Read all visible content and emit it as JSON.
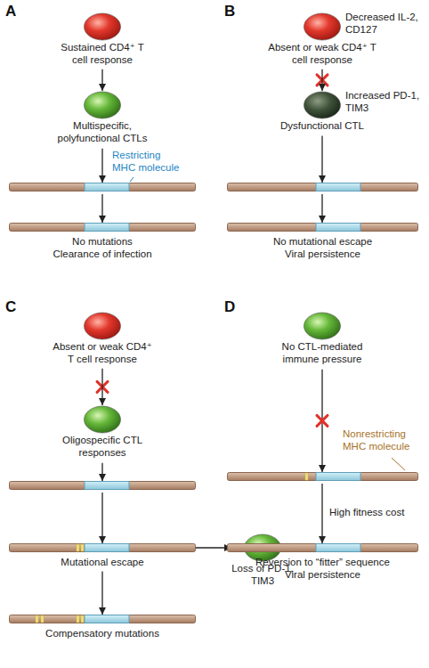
{
  "diagram": {
    "nodes": [
      {
        "text": [
          "Sustained CD4⁺ T cell response"
        ]
      },
      {
        "text": [
          "Multispecific, polyfunctional CTLs"
        ]
      },
      {
        "text": [
          "No mutations",
          "Clearance of infection"
        ]
      },
      {
        "text": [
          "Decreased IL-2, CD127",
          "Absent or weak CD4⁺ T cell response"
        ]
      },
      {
        "text": [
          "Increased PD-1, TIM3",
          "Dysfunctional CTL"
        ]
      },
      {
        "text": [
          "No mutational escape",
          "Viral persistence"
        ]
      },
      {
        "text": [
          "Absent or weak CD4⁺ T cell response"
        ]
      },
      {
        "text": [
          "Oligospecific CTL responses"
        ]
      },
      {
        "text": [
          "Mutational escape"
        ]
      },
      {
        "text": [
          "Loss of PD-1, TIM3"
        ]
      },
      {
        "text": [
          "Compensatory mutations"
        ]
      },
      {
        "text": [
          "No CTL-mediated immune pressure"
        ]
      },
      {
        "text": [
          "Reversion to “fitter” sequence",
          "Viral persistence"
        ]
      }
    ],
    "edges": [
      {
        "from": 0,
        "to": 1,
        "arrow": "to"
      },
      {
        "from": 3,
        "to": 4,
        "arrow": "to"
      },
      {
        "from": 6,
        "to": 7,
        "arrow": "to"
      },
      {
        "from": 8,
        "to": 9,
        "arrow": "to"
      },
      {
        "from": 8,
        "to": 10,
        "arrow": "to"
      }
    ],
    "labels": [
      "A",
      "B",
      "C",
      "D",
      "Restricting MHC molecule",
      "Nonrestricting MHC molecule",
      "High fitness cost"
    ]
  }
}
